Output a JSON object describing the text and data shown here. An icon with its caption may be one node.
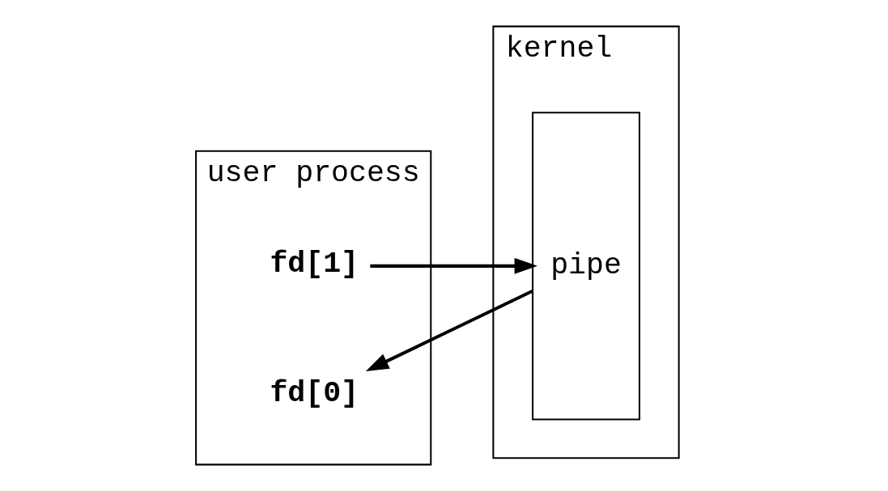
{
  "diagram": {
    "nodes": [
      {
        "text": [
          "user process"
        ]
      },
      {
        "text": [
          "fd[1]"
        ],
        "in": 0
      },
      {
        "text": [
          "fd[0]"
        ],
        "in": 0
      },
      {
        "text": [
          "kernel"
        ]
      },
      {
        "text": [
          "pipe"
        ],
        "in": 3
      }
    ],
    "edges": [
      {
        "from": 1,
        "to": 4,
        "arrow": "to"
      },
      {
        "from": 4,
        "to": 2,
        "arrow": "to"
      }
    ]
  }
}
